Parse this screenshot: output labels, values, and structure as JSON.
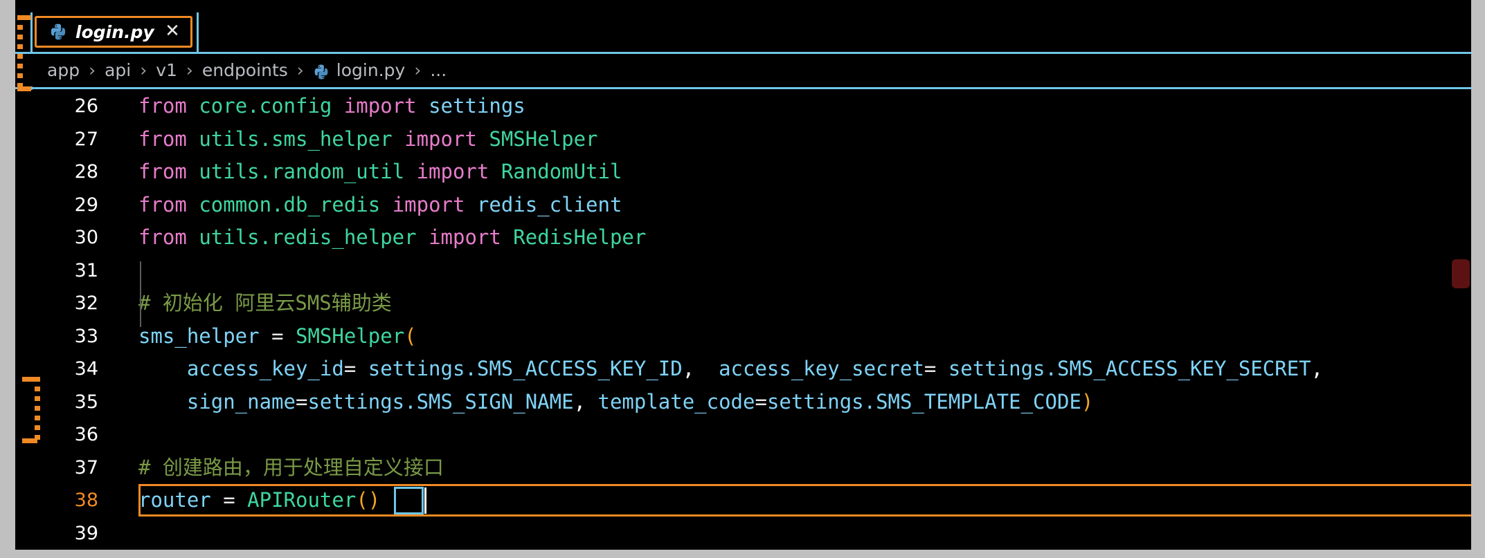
{
  "window": {
    "app": "code-editor",
    "background_color": "#c0c0c0",
    "editor_background": "#000000",
    "accent_color": "#f08a24",
    "rule_color": "#6ec6e8"
  },
  "tab_bar": {
    "tabs": [
      {
        "label": "login.py",
        "icon": "python-file-icon",
        "active": true,
        "close_label": "✕"
      }
    ]
  },
  "breadcrumb": {
    "items": [
      {
        "label": "app",
        "icon": null
      },
      {
        "label": "api",
        "icon": null
      },
      {
        "label": "v1",
        "icon": null
      },
      {
        "label": "endpoints",
        "icon": null
      },
      {
        "label": "login.py",
        "icon": "python-file-icon"
      },
      {
        "label": "...",
        "icon": null
      }
    ],
    "separator": "›"
  },
  "editor": {
    "first_visible_line": 26,
    "active_line": 38,
    "cursor": {
      "line": 38,
      "column": 22
    },
    "lines": [
      {
        "number": 26,
        "text": "from core.config import settings",
        "tokens": [
          {
            "t": "from",
            "c": "t-kw"
          },
          {
            "t": " ",
            "c": "t-op"
          },
          {
            "t": "core.config",
            "c": "t-mod"
          },
          {
            "t": " ",
            "c": "t-op"
          },
          {
            "t": "import",
            "c": "t-kw"
          },
          {
            "t": " ",
            "c": "t-op"
          },
          {
            "t": "settings",
            "c": "t-var"
          }
        ]
      },
      {
        "number": 27,
        "text": "from utils.sms_helper import SMSHelper",
        "tokens": [
          {
            "t": "from",
            "c": "t-kw"
          },
          {
            "t": " ",
            "c": "t-op"
          },
          {
            "t": "utils.sms_helper",
            "c": "t-mod"
          },
          {
            "t": " ",
            "c": "t-op"
          },
          {
            "t": "import",
            "c": "t-kw"
          },
          {
            "t": " ",
            "c": "t-op"
          },
          {
            "t": "SMSHelper",
            "c": "t-cls"
          }
        ]
      },
      {
        "number": 28,
        "text": "from utils.random_util import RandomUtil",
        "tokens": [
          {
            "t": "from",
            "c": "t-kw"
          },
          {
            "t": " ",
            "c": "t-op"
          },
          {
            "t": "utils.random_util",
            "c": "t-mod"
          },
          {
            "t": " ",
            "c": "t-op"
          },
          {
            "t": "import",
            "c": "t-kw"
          },
          {
            "t": " ",
            "c": "t-op"
          },
          {
            "t": "RandomUtil",
            "c": "t-cls"
          }
        ]
      },
      {
        "number": 29,
        "text": "from common.db_redis import redis_client",
        "tokens": [
          {
            "t": "from",
            "c": "t-kw"
          },
          {
            "t": " ",
            "c": "t-op"
          },
          {
            "t": "common.db_redis",
            "c": "t-mod"
          },
          {
            "t": " ",
            "c": "t-op"
          },
          {
            "t": "import",
            "c": "t-kw"
          },
          {
            "t": " ",
            "c": "t-op"
          },
          {
            "t": "redis_client",
            "c": "t-var"
          }
        ]
      },
      {
        "number": 30,
        "text": "from utils.redis_helper import RedisHelper",
        "tokens": [
          {
            "t": "from",
            "c": "t-kw"
          },
          {
            "t": " ",
            "c": "t-op"
          },
          {
            "t": "utils.redis_helper",
            "c": "t-mod"
          },
          {
            "t": " ",
            "c": "t-op"
          },
          {
            "t": "import",
            "c": "t-kw"
          },
          {
            "t": " ",
            "c": "t-op"
          },
          {
            "t": "RedisHelper",
            "c": "t-cls"
          }
        ]
      },
      {
        "number": 31,
        "text": "",
        "tokens": []
      },
      {
        "number": 32,
        "text": "# 初始化 阿里云SMS辅助类",
        "tokens": [
          {
            "t": "# 初始化 阿里云SMS辅助类",
            "c": "t-comment"
          }
        ]
      },
      {
        "number": 33,
        "text": "sms_helper = SMSHelper(",
        "tokens": [
          {
            "t": "sms_helper",
            "c": "t-var"
          },
          {
            "t": " ",
            "c": "t-op"
          },
          {
            "t": "=",
            "c": "t-op"
          },
          {
            "t": " ",
            "c": "t-op"
          },
          {
            "t": "SMSHelper",
            "c": "t-cls"
          },
          {
            "t": "(",
            "c": "t-paren"
          }
        ]
      },
      {
        "number": 34,
        "text": "    access_key_id= settings.SMS_ACCESS_KEY_ID,  access_key_secret= settings.SMS_ACCESS_KEY_SECRET,",
        "tokens": [
          {
            "t": "    access_key_id",
            "c": "t-var"
          },
          {
            "t": "=",
            "c": "t-op"
          },
          {
            "t": " ",
            "c": "t-op"
          },
          {
            "t": "settings.SMS_ACCESS_KEY_ID",
            "c": "t-var"
          },
          {
            "t": ",",
            "c": "t-punct"
          },
          {
            "t": "  ",
            "c": "t-op"
          },
          {
            "t": "access_key_secret",
            "c": "t-var"
          },
          {
            "t": "=",
            "c": "t-op"
          },
          {
            "t": " ",
            "c": "t-op"
          },
          {
            "t": "settings.SMS_ACCESS_KEY_SECRET",
            "c": "t-var"
          },
          {
            "t": ",",
            "c": "t-punct"
          }
        ]
      },
      {
        "number": 35,
        "text": "    sign_name=settings.SMS_SIGN_NAME, template_code=settings.SMS_TEMPLATE_CODE)",
        "tokens": [
          {
            "t": "    sign_name",
            "c": "t-var"
          },
          {
            "t": "=",
            "c": "t-op"
          },
          {
            "t": "settings.SMS_SIGN_NAME",
            "c": "t-var"
          },
          {
            "t": ",",
            "c": "t-punct"
          },
          {
            "t": " ",
            "c": "t-op"
          },
          {
            "t": "template_code",
            "c": "t-var"
          },
          {
            "t": "=",
            "c": "t-op"
          },
          {
            "t": "settings.SMS_TEMPLATE_CODE",
            "c": "t-var"
          },
          {
            "t": ")",
            "c": "t-paren"
          }
        ]
      },
      {
        "number": 36,
        "text": "",
        "tokens": []
      },
      {
        "number": 37,
        "text": "# 创建路由，用于处理自定义接口",
        "tokens": [
          {
            "t": "# 创建路由，用于处理自定义接口",
            "c": "t-comment"
          }
        ]
      },
      {
        "number": 38,
        "text": "router = APIRouter()",
        "active": true,
        "tokens": [
          {
            "t": "router",
            "c": "t-var"
          },
          {
            "t": " ",
            "c": "t-op"
          },
          {
            "t": "=",
            "c": "t-op"
          },
          {
            "t": " ",
            "c": "t-op"
          },
          {
            "t": "APIRouter",
            "c": "t-cls"
          },
          {
            "t": "()",
            "c": "t-paren"
          }
        ]
      },
      {
        "number": 39,
        "text": "",
        "tokens": []
      }
    ]
  },
  "markers": {
    "overview_ruler": [
      {
        "name": "error-marker",
        "color": "#5c1212",
        "at_line": 34
      }
    ]
  }
}
